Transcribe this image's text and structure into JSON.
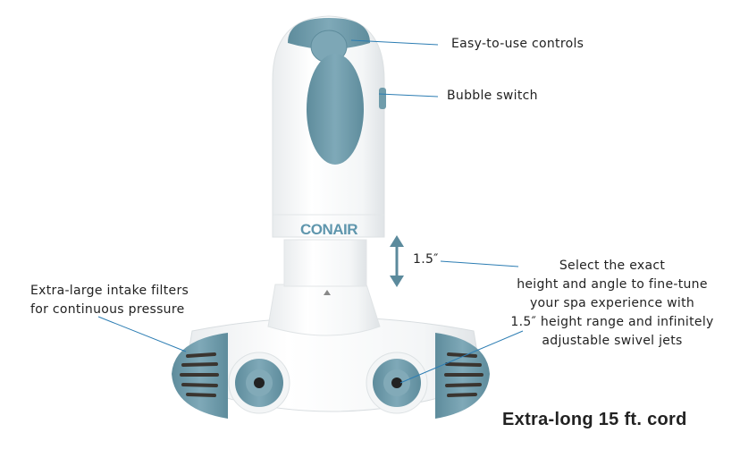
{
  "product": {
    "brand_logo": "CONAIR",
    "brand_color": "#5f96ad",
    "accent_color": "#6f9cab",
    "callout_line_color": "#2c7db3"
  },
  "callouts": {
    "controls": "Easy-to-use controls",
    "bubble_switch": "Bubble switch",
    "height_value": "1.5″",
    "height_description": [
      "Select the exact",
      "height and angle to fine-tune",
      "your spa experience with",
      "1.5″ height range and infinitely",
      "adjustable swivel jets"
    ],
    "filters": [
      "Extra-large intake filters",
      "for continuous pressure"
    ],
    "cord": "Extra-long 15 ft. cord"
  }
}
